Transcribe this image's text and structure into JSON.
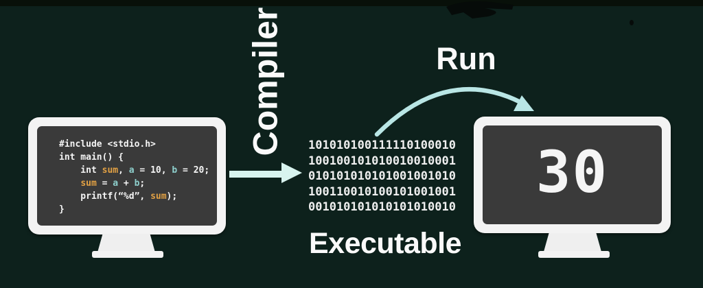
{
  "colors": {
    "background": "#0d211c",
    "top_bar": "#081009",
    "monitor_frame": "#f3f3f3",
    "screen": "#3a3a3a",
    "code_plain": "#f5f5f5",
    "code_orange": "#e2a144",
    "code_teal": "#8ed0cd",
    "binary_text": "#efefef",
    "arrow": "#d8f4ef",
    "arrow_curved": "#b9e6e5",
    "label_text": "#fafafa",
    "ink": "#060b09"
  },
  "labels": {
    "compiler": "Compiler",
    "run": "Run",
    "executable": "Executable"
  },
  "icons": {
    "compile_arrow": "right-arrow",
    "run_arrow": "curved-right-arrow",
    "scribble": "ink-scribble-mark"
  },
  "source_monitor": {
    "code_lines": [
      [
        {
          "t": "#include <stdio.h>",
          "c": "plain"
        }
      ],
      [
        {
          "t": "int main() {",
          "c": "plain"
        }
      ],
      [
        {
          "t": "    int ",
          "c": "plain"
        },
        {
          "t": "sum",
          "c": "orange"
        },
        {
          "t": ", ",
          "c": "plain"
        },
        {
          "t": "a",
          "c": "teal"
        },
        {
          "t": " = 10, ",
          "c": "plain"
        },
        {
          "t": "b",
          "c": "teal"
        },
        {
          "t": " = 20;",
          "c": "plain"
        }
      ],
      [
        {
          "t": "    ",
          "c": "plain"
        },
        {
          "t": "sum",
          "c": "orange"
        },
        {
          "t": " = ",
          "c": "plain"
        },
        {
          "t": "a",
          "c": "teal"
        },
        {
          "t": " + ",
          "c": "plain"
        },
        {
          "t": "b",
          "c": "teal"
        },
        {
          "t": ";",
          "c": "plain"
        }
      ],
      [
        {
          "t": "    printf(“%d”, ",
          "c": "plain"
        },
        {
          "t": "sum",
          "c": "orange"
        },
        {
          "t": ");",
          "c": "plain"
        }
      ],
      [
        {
          "t": "}",
          "c": "plain"
        }
      ]
    ]
  },
  "binary": {
    "lines": [
      "101010100111110100010",
      "100100101010010010001",
      "010101010101001001010",
      "100110010100101001001",
      "001010101010101010010"
    ]
  },
  "output_monitor": {
    "value": "30"
  }
}
